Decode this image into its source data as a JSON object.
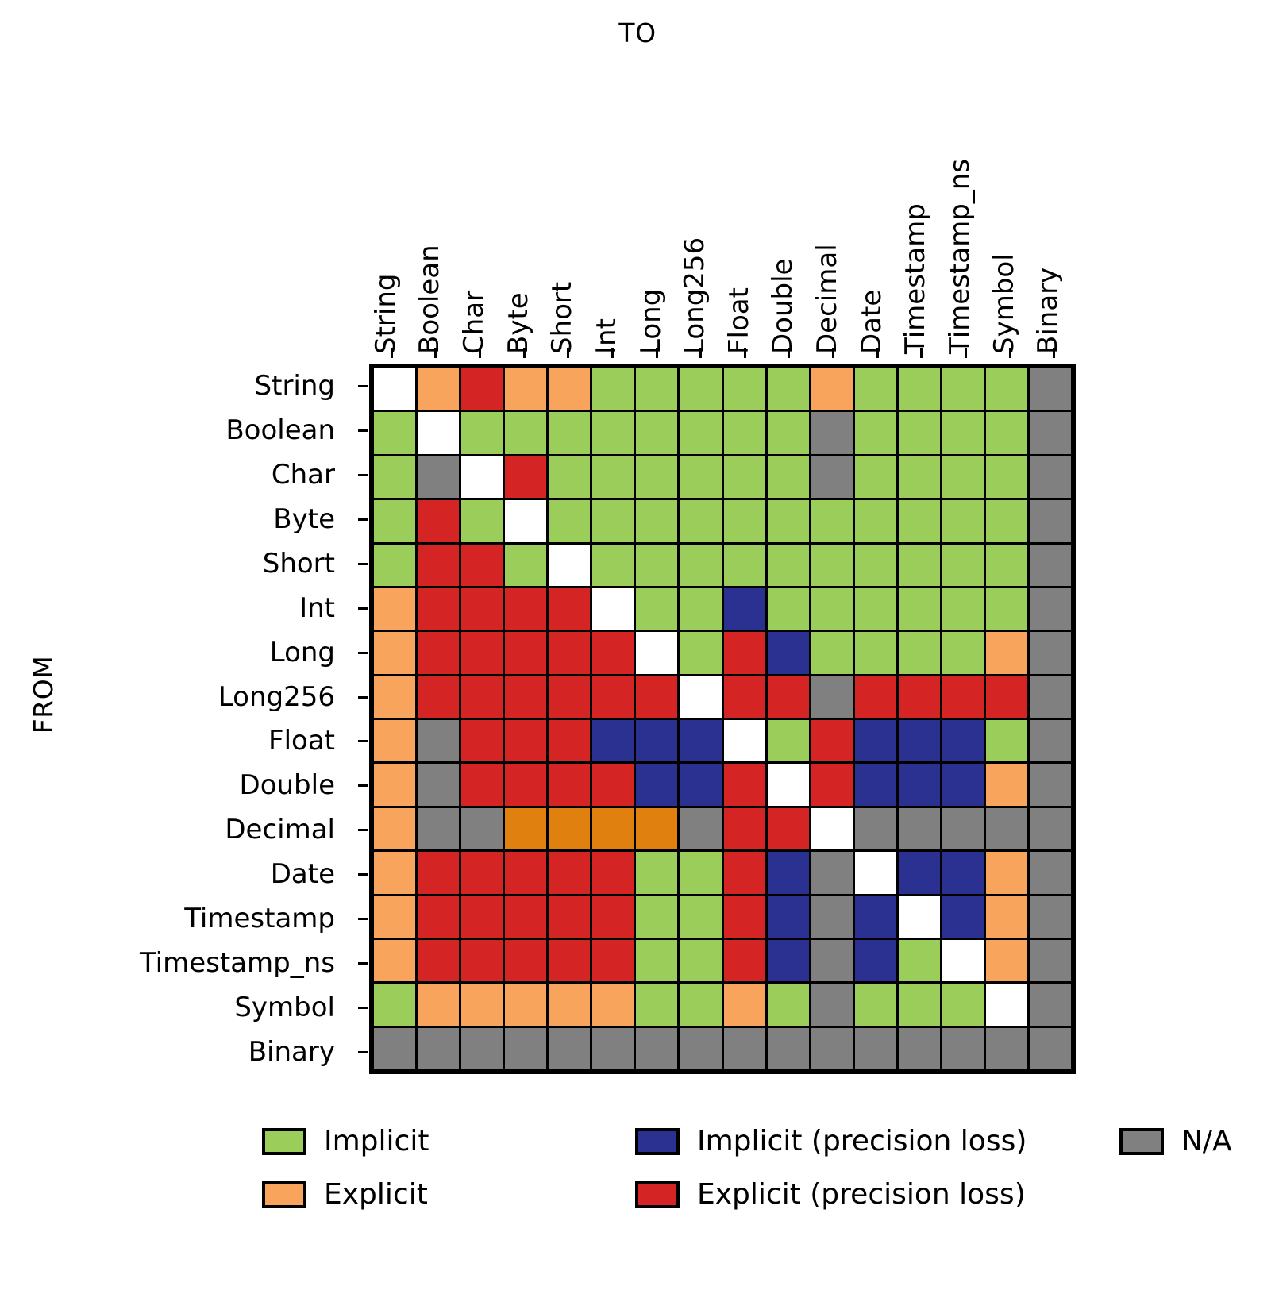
{
  "axes": {
    "to_label": "TO",
    "from_label": "FROM"
  },
  "legend": {
    "items": [
      {
        "label": "Implicit",
        "color": "#9acd5a",
        "key": "implicit"
      },
      {
        "label": "Explicit",
        "color": "#f9a košík",
        "key": "explicit"
      },
      {
        "label": "Implicit (precision loss)",
        "color": "#2b3191",
        "key": "implicit_loss"
      },
      {
        "label": "Explicit (precision loss)",
        "color": "#d42423",
        "key": "explicit_loss"
      },
      {
        "label": "N/A",
        "color": "#808080",
        "key": "na"
      }
    ]
  },
  "chart_data": {
    "type": "heatmap",
    "title": "",
    "xlabel": "TO",
    "ylabel": "FROM",
    "grid": true,
    "legend_position": "bottom",
    "categories_x": [
      "String",
      "Boolean",
      "Char",
      "Byte",
      "Short",
      "Int",
      "Long",
      "Long256",
      "Float",
      "Double",
      "Decimal",
      "Date",
      "Timestamp",
      "Timestamp_ns",
      "Symbol",
      "Binary"
    ],
    "categories_y": [
      "String",
      "Boolean",
      "Char",
      "Byte",
      "Short",
      "Int",
      "Long",
      "Long256",
      "Float",
      "Double",
      "Decimal",
      "Date",
      "Timestamp",
      "Timestamp_ns",
      "Symbol",
      "Binary"
    ],
    "value_colors": {
      "implicit": "#9acd5a",
      "explicit": "#f9a45c",
      "implicit_loss": "#2b3191",
      "explicit_loss": "#d42423",
      "explicit_mixed": "#e0800f",
      "na": "#808080",
      "self": "#ffffff"
    },
    "value_labels": {
      "implicit": "Implicit",
      "explicit": "Explicit",
      "implicit_loss": "Implicit (precision loss)",
      "explicit_loss": "Explicit (precision loss)",
      "explicit_mixed": "Explicit",
      "na": "N/A",
      "self": ""
    },
    "rows": [
      {
        "from": "String",
        "values": [
          "self",
          "explicit",
          "explicit_loss",
          "explicit",
          "explicit",
          "implicit",
          "implicit",
          "implicit",
          "implicit",
          "implicit",
          "explicit",
          "implicit",
          "implicit",
          "implicit",
          "implicit",
          "na"
        ]
      },
      {
        "from": "Boolean",
        "values": [
          "implicit",
          "self",
          "implicit",
          "implicit",
          "implicit",
          "implicit",
          "implicit",
          "implicit",
          "implicit",
          "implicit",
          "na",
          "implicit",
          "implicit",
          "implicit",
          "implicit",
          "na"
        ]
      },
      {
        "from": "Char",
        "values": [
          "implicit",
          "na",
          "self",
          "explicit_loss",
          "implicit",
          "implicit",
          "implicit",
          "implicit",
          "implicit",
          "implicit",
          "na",
          "implicit",
          "implicit",
          "implicit",
          "implicit",
          "na"
        ]
      },
      {
        "from": "Byte",
        "values": [
          "implicit",
          "explicit_loss",
          "implicit",
          "self",
          "implicit",
          "implicit",
          "implicit",
          "implicit",
          "implicit",
          "implicit",
          "implicit",
          "implicit",
          "implicit",
          "implicit",
          "implicit",
          "na"
        ]
      },
      {
        "from": "Short",
        "values": [
          "implicit",
          "explicit_loss",
          "explicit_loss",
          "implicit",
          "self",
          "implicit",
          "implicit",
          "implicit",
          "implicit",
          "implicit",
          "implicit",
          "implicit",
          "implicit",
          "implicit",
          "implicit",
          "na"
        ]
      },
      {
        "from": "Int",
        "values": [
          "explicit",
          "explicit_loss",
          "explicit_loss",
          "explicit_loss",
          "explicit_loss",
          "self",
          "implicit",
          "implicit",
          "implicit_loss",
          "implicit",
          "implicit",
          "implicit",
          "implicit",
          "implicit",
          "implicit",
          "na"
        ]
      },
      {
        "from": "Long",
        "values": [
          "explicit",
          "explicit_loss",
          "explicit_loss",
          "explicit_loss",
          "explicit_loss",
          "explicit_loss",
          "self",
          "implicit",
          "explicit_loss",
          "implicit_loss",
          "implicit",
          "implicit",
          "implicit",
          "implicit",
          "explicit",
          "na"
        ]
      },
      {
        "from": "Long256",
        "values": [
          "explicit",
          "explicit_loss",
          "explicit_loss",
          "explicit_loss",
          "explicit_loss",
          "explicit_loss",
          "explicit_loss",
          "self",
          "explicit_loss",
          "explicit_loss",
          "na",
          "explicit_loss",
          "explicit_loss",
          "explicit_loss",
          "explicit_loss",
          "na"
        ]
      },
      {
        "from": "Float",
        "values": [
          "explicit",
          "na",
          "explicit_loss",
          "explicit_loss",
          "explicit_loss",
          "implicit_loss",
          "implicit_loss",
          "implicit_loss",
          "self",
          "implicit",
          "explicit_loss",
          "implicit_loss",
          "implicit_loss",
          "implicit_loss",
          "implicit",
          "na"
        ]
      },
      {
        "from": "Double",
        "values": [
          "explicit",
          "na",
          "explicit_loss",
          "explicit_loss",
          "explicit_loss",
          "explicit_loss",
          "implicit_loss",
          "implicit_loss",
          "explicit_loss",
          "self",
          "explicit_loss",
          "implicit_loss",
          "implicit_loss",
          "implicit_loss",
          "explicit",
          "na"
        ]
      },
      {
        "from": "Decimal",
        "values": [
          "explicit",
          "na",
          "na",
          "explicit_mixed",
          "explicit_mixed",
          "explicit_mixed",
          "explicit_mixed",
          "na",
          "explicit_loss",
          "explicit_loss",
          "self",
          "na",
          "na",
          "na",
          "na",
          "na"
        ]
      },
      {
        "from": "Date",
        "values": [
          "explicit",
          "explicit_loss",
          "explicit_loss",
          "explicit_loss",
          "explicit_loss",
          "explicit_loss",
          "implicit",
          "implicit",
          "explicit_loss",
          "implicit_loss",
          "na",
          "self",
          "implicit_loss",
          "implicit_loss",
          "explicit",
          "na"
        ]
      },
      {
        "from": "Timestamp",
        "values": [
          "explicit",
          "explicit_loss",
          "explicit_loss",
          "explicit_loss",
          "explicit_loss",
          "explicit_loss",
          "implicit",
          "implicit",
          "explicit_loss",
          "implicit_loss",
          "na",
          "implicit_loss",
          "self",
          "implicit_loss",
          "explicit",
          "na"
        ]
      },
      {
        "from": "Timestamp_ns",
        "values": [
          "explicit",
          "explicit_loss",
          "explicit_loss",
          "explicit_loss",
          "explicit_loss",
          "explicit_loss",
          "implicit",
          "implicit",
          "explicit_loss",
          "implicit_loss",
          "na",
          "implicit_loss",
          "implicit",
          "self",
          "explicit",
          "na"
        ]
      },
      {
        "from": "Symbol",
        "values": [
          "implicit",
          "explicit",
          "explicit",
          "explicit",
          "explicit",
          "explicit",
          "implicit",
          "implicit",
          "explicit",
          "implicit",
          "na",
          "implicit",
          "implicit",
          "implicit",
          "self",
          "na"
        ]
      },
      {
        "from": "Binary",
        "values": [
          "na",
          "na",
          "na",
          "na",
          "na",
          "na",
          "na",
          "na",
          "na",
          "na",
          "na",
          "na",
          "na",
          "na",
          "na",
          "na"
        ]
      }
    ]
  }
}
